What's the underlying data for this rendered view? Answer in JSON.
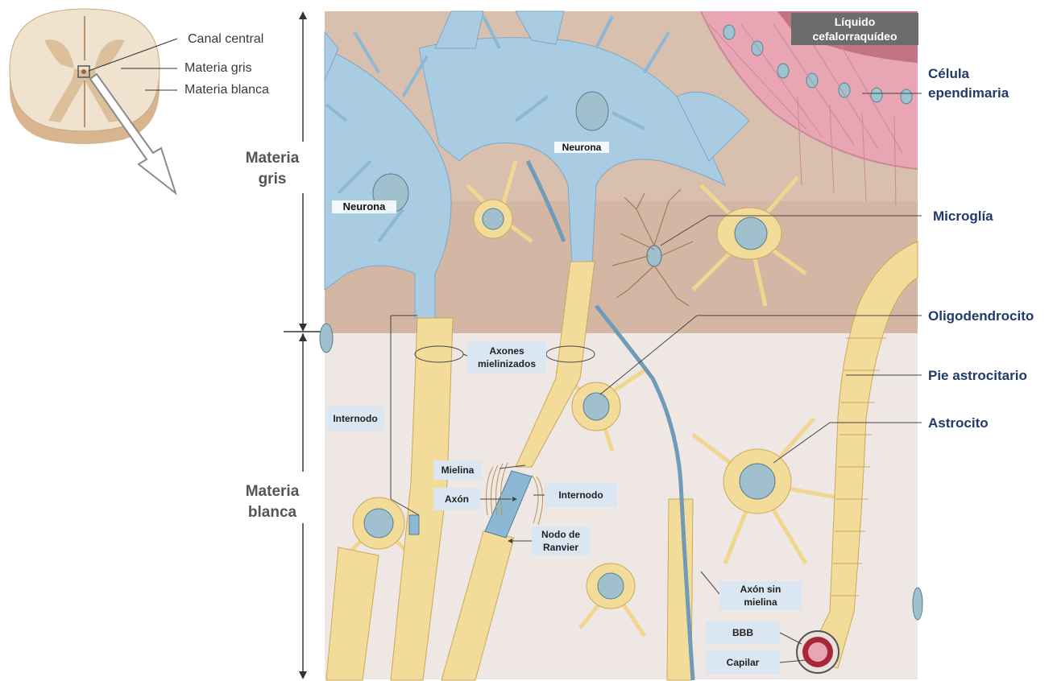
{
  "inset": {
    "labels": {
      "central_canal": "Canal central",
      "gray_matter": "Materia gris",
      "white_matter": "Materia blanca"
    }
  },
  "side": {
    "gray_matter_line1": "Materia",
    "gray_matter_line2": "gris",
    "white_matter_line1": "Materia",
    "white_matter_line2": "blanca"
  },
  "right": {
    "ependymal_line1": "Célula",
    "ependymal_line2": "ependimaria",
    "microglia": "Microglía",
    "oligodendrocyte": "Oligodendrocito",
    "astrocytic_foot": "Pie astrocitario",
    "astrocyte": "Astrocito"
  },
  "illustration": {
    "csf_line1": "Líquido",
    "csf_line2": "cefalorraquídeo",
    "neuron_top": "Neurona",
    "neuron_left": "Neurona",
    "myelinated_axons_line1": "Axones",
    "myelinated_axons_line2": "mielinizados",
    "internode_left": "Internodo",
    "myelin": "Mielina",
    "axon": "Axón",
    "internode_center": "Internodo",
    "node_ranvier_line1": "Nodo de",
    "node_ranvier_line2": "Ranvier",
    "unmyelinated_line1": "Axón sin",
    "unmyelinated_line2": "mielina",
    "bbb": "BBB",
    "capillary": "Capilar"
  },
  "colors": {
    "gray_zone": "#d9bfae",
    "white_zone": "#efe7e3",
    "neuron_blue": "#a9cce3",
    "glia_yellow": "#f3dc9a",
    "ependymal_pink": "#e8a6b4",
    "label_box": "#dbe6f3",
    "right_label": "#1f3a6b"
  }
}
